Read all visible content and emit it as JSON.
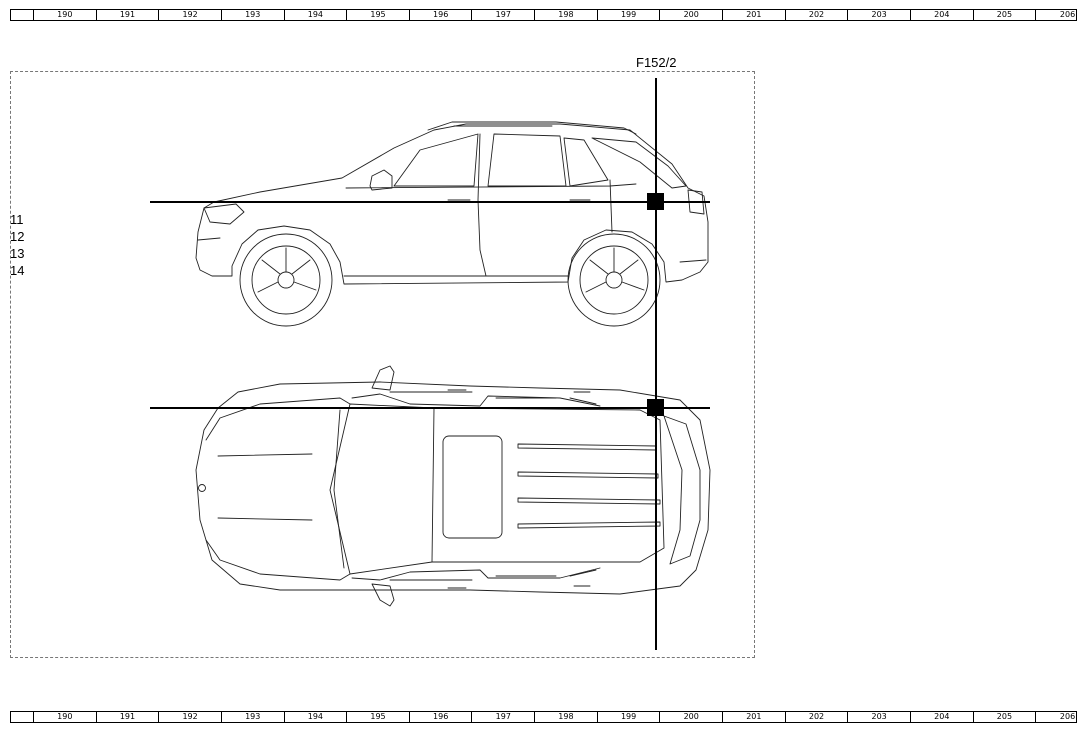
{
  "ruler": {
    "labels": [
      "190",
      "191",
      "192",
      "193",
      "194",
      "195",
      "196",
      "197",
      "198",
      "199",
      "200",
      "201",
      "202",
      "203",
      "204",
      "205",
      "206"
    ]
  },
  "component": {
    "label": "F152/2"
  },
  "legend": {
    "items": [
      "11",
      "12",
      "13",
      "14"
    ]
  }
}
